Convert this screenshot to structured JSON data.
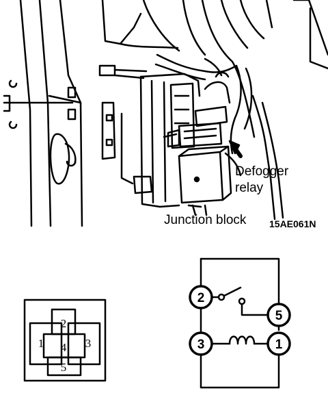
{
  "figure_code": "15AE061N",
  "labels": {
    "defogger_relay_line1": "Defogger",
    "defogger_relay_line2": "relay",
    "junction_block": "Junction block"
  },
  "connector_pins": {
    "pin1": "1",
    "pin2": "2",
    "pin3": "3",
    "pin4": "4",
    "pin5": "5"
  },
  "circuit_terminals": {
    "t1": "1",
    "t2": "2",
    "t3": "3",
    "t5": "5"
  }
}
